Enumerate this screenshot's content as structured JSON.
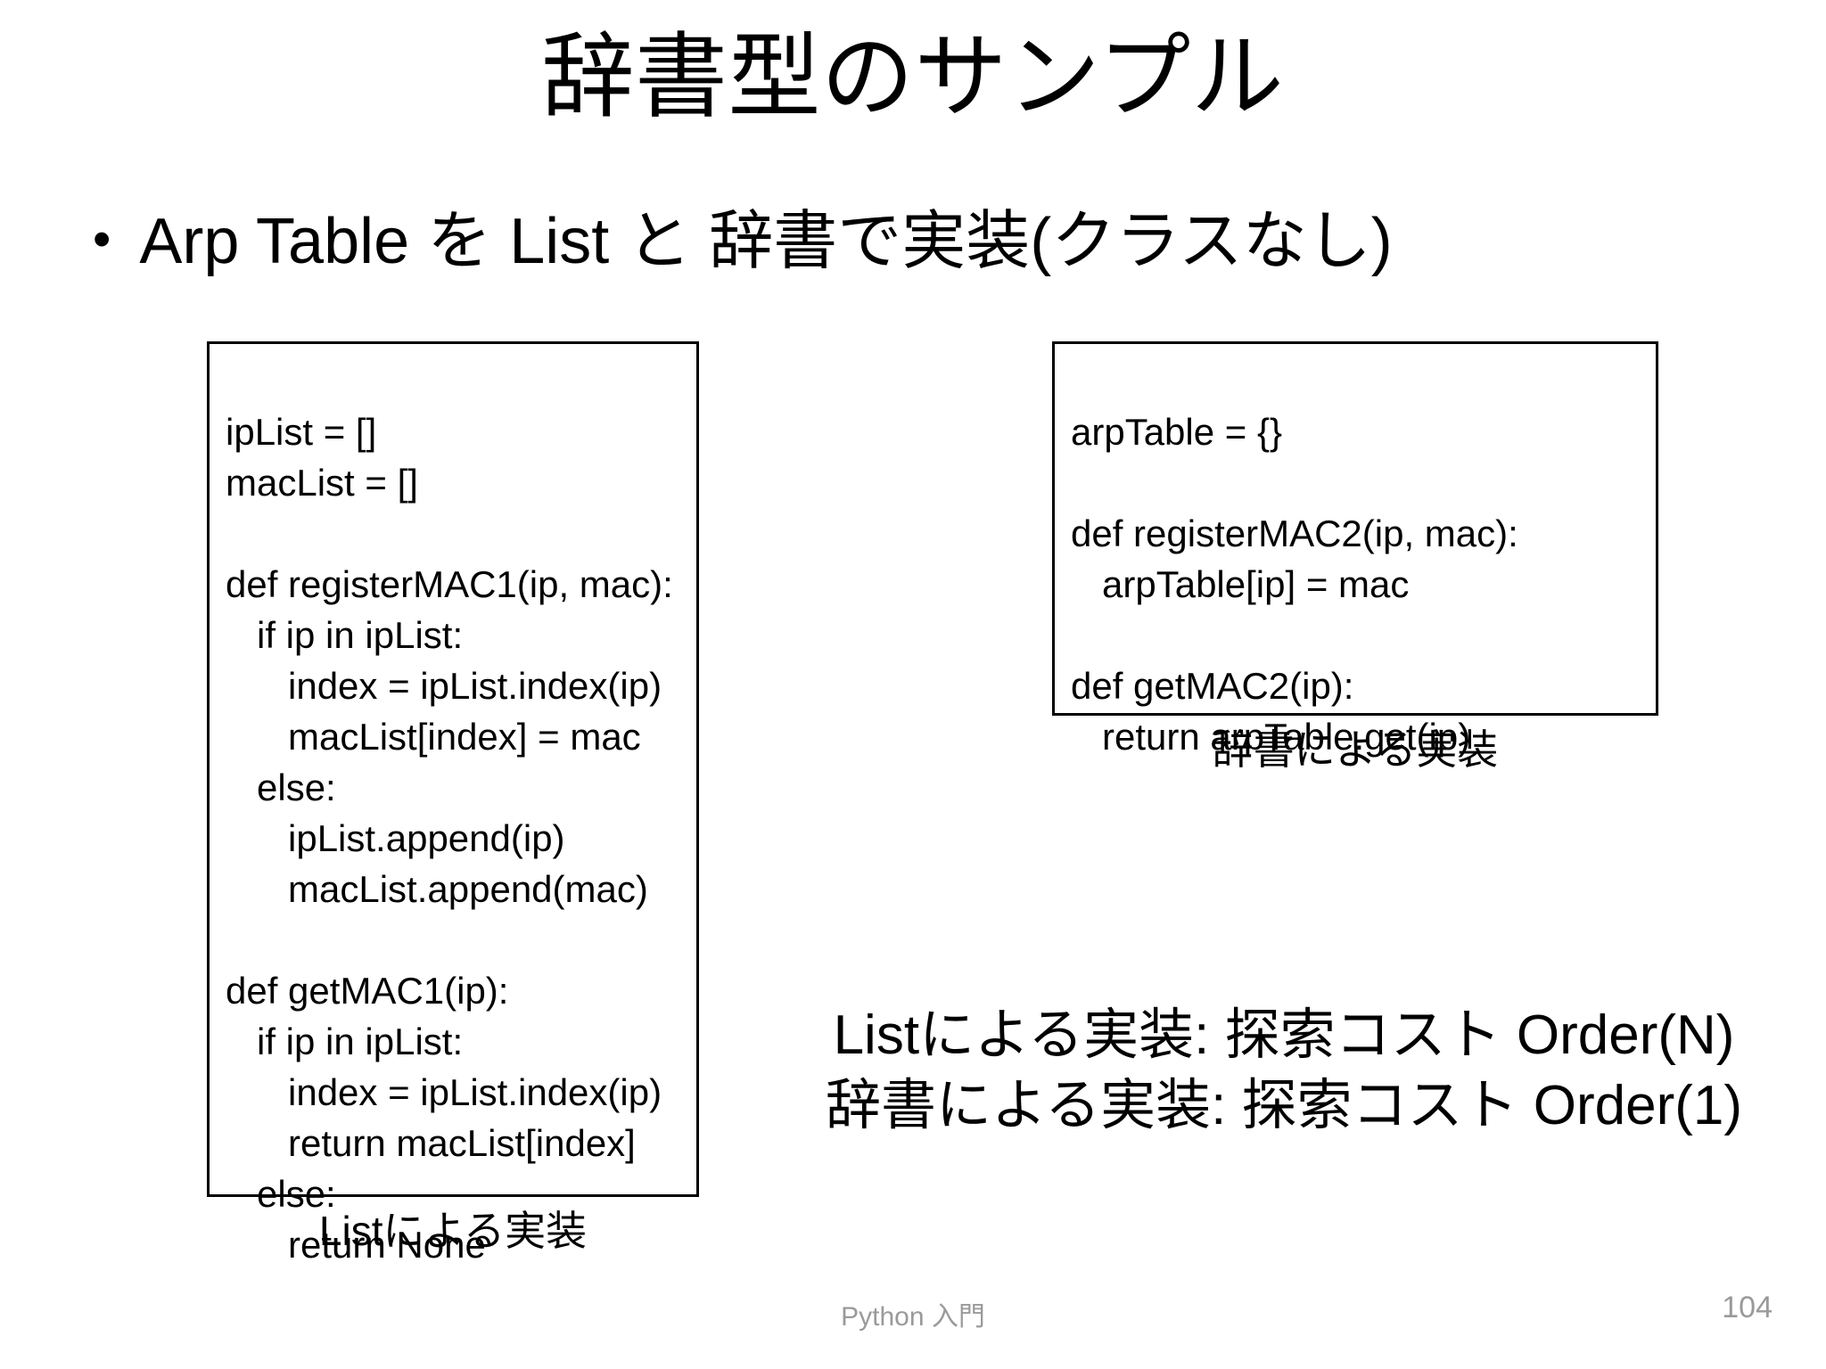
{
  "slide": {
    "title": "辞書型のサンプル",
    "bullet": {
      "marker": "•",
      "text": "Arp Table を List と 辞書で実装(クラスなし)"
    },
    "code_boxes": [
      {
        "id": "list-implementation",
        "code": "ipList = []\nmacList = []\n\ndef registerMAC1(ip, mac):\n   if ip in ipList:\n      index = ipList.index(ip)\n      macList[index] = mac\n   else:\n      ipList.append(ip)\n      macList.append(mac)\n\ndef getMAC1(ip):\n   if ip in ipList:\n      index = ipList.index(ip)\n      return macList[index]\n   else:\n      return None",
        "caption": "Listによる実装"
      },
      {
        "id": "dict-implementation",
        "code": "arpTable = {}\n\ndef registerMAC2(ip, mac):\n   arpTable[ip] = mac\n\ndef getMAC2(ip):\n   return arpTable.get(ip)",
        "caption": "辞書による実装"
      }
    ],
    "summary": {
      "line1": "Listによる実装: 探索コスト Order(N)",
      "line2": "辞書による実装: 探索コスト Order(1)"
    },
    "footer": {
      "label": "Python 入門",
      "page_number": "104"
    },
    "colors": {
      "background": "#ffffff",
      "text": "#000000",
      "border": "#000000",
      "footer_text": "#9a9a9a"
    }
  }
}
